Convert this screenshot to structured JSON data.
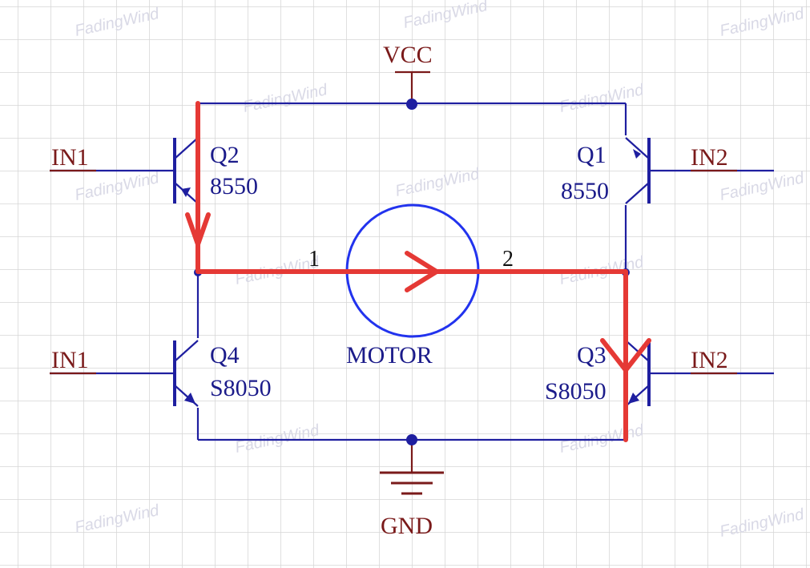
{
  "power": {
    "vcc": "VCC",
    "gnd": "GND"
  },
  "inputs": {
    "in1_top": "IN1",
    "in1_bottom": "IN1",
    "in2_top": "IN2",
    "in2_bottom": "IN2"
  },
  "transistors": {
    "q2": {
      "ref": "Q2",
      "value": "8550"
    },
    "q1": {
      "ref": "Q1",
      "value": "8550"
    },
    "q4": {
      "ref": "Q4",
      "value": "S8050"
    },
    "q3": {
      "ref": "Q3",
      "value": "S8050"
    }
  },
  "motor": {
    "label": "MOTOR",
    "pin1": "1",
    "pin2": "2"
  },
  "watermark": "FadingWind",
  "colors": {
    "wire": "#1f1fa0",
    "label_red": "#7a1a1a",
    "label_blue": "#1b1b8a",
    "current_path": "#e53935",
    "grid": "#d8d8d8",
    "motor_circle": "#2233ee"
  }
}
